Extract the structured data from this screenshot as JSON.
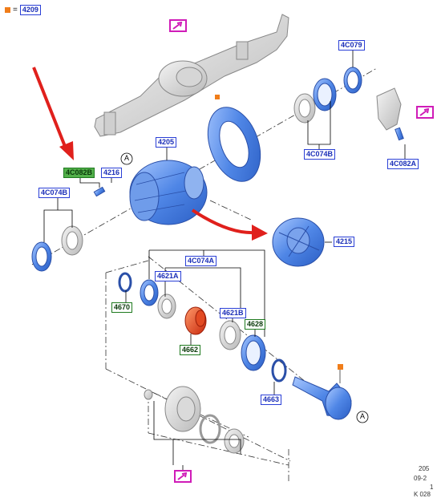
{
  "legend": {
    "equals": "=",
    "marker_color": "#f07d1a",
    "part": "4209"
  },
  "labels": [
    {
      "id": "4C079",
      "style": "blue"
    },
    {
      "id": "4C074B",
      "style": "blue"
    },
    {
      "id": "4C082A",
      "style": "blue"
    },
    {
      "id": "4205",
      "style": "blue"
    },
    {
      "id": "4C082B",
      "style": "green"
    },
    {
      "id": "4216",
      "style": "blue"
    },
    {
      "id": "4C074B",
      "style": "blue"
    },
    {
      "id": "4215",
      "style": "blue"
    },
    {
      "id": "4C074A",
      "style": "blue"
    },
    {
      "id": "4621A",
      "style": "blue"
    },
    {
      "id": "4670",
      "style": "green-outline"
    },
    {
      "id": "4621B",
      "style": "blue"
    },
    {
      "id": "4628",
      "style": "green-outline"
    },
    {
      "id": "4662",
      "style": "green-outline"
    },
    {
      "id": "4663",
      "style": "blue"
    }
  ],
  "callouts": [
    {
      "letter": "A"
    },
    {
      "letter": "A"
    }
  ],
  "corner_text": {
    "line1": "205",
    "line2": "09-2",
    "line3": "1",
    "line4": "K 028"
  },
  "colors": {
    "part_blue": "#5b8fe8",
    "arrow_red": "#e0201c",
    "ref_magenta": "#d01cb8",
    "orange_part": "#e85a1a"
  }
}
